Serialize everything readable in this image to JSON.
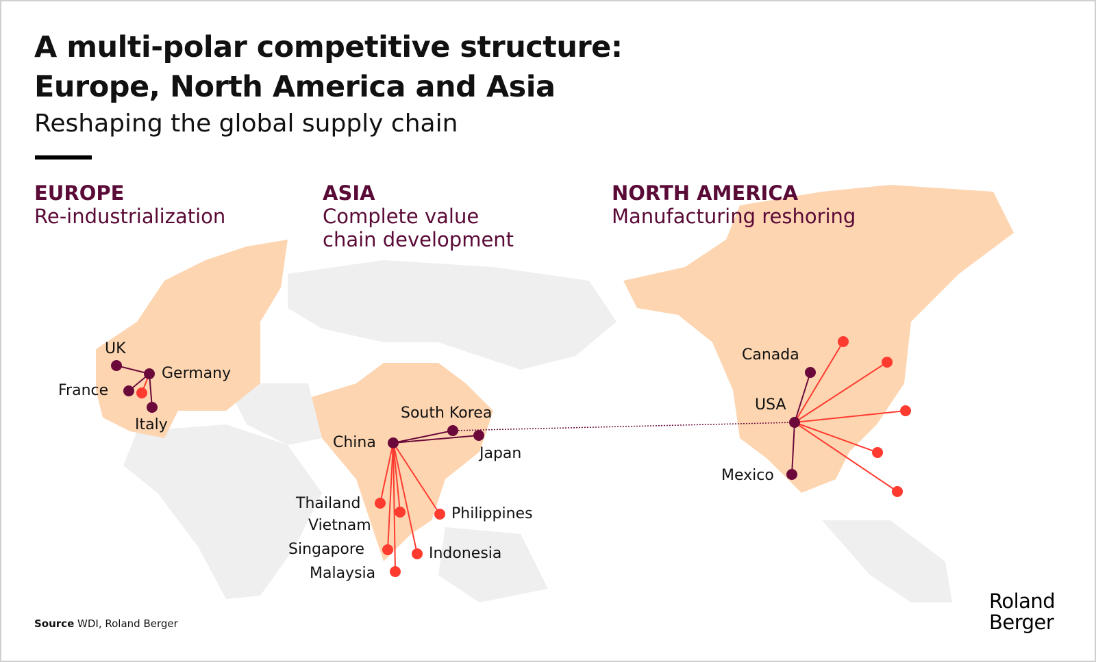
{
  "title_line1": "A multi-polar competitive structure:",
  "title_line2": "Europe, North America and Asia",
  "subtitle": "Reshaping the global supply chain",
  "regions": [
    {
      "heading": "EUROPE",
      "lines": [
        "Re-industrialization"
      ]
    },
    {
      "heading": "ASIA",
      "lines": [
        "Complete value",
        "chain development"
      ]
    },
    {
      "heading": "NORTH AMERICA",
      "lines": [
        "Manufacturing reshoring"
      ]
    }
  ],
  "countries": {
    "uk": "UK",
    "germany": "Germany",
    "france": "France",
    "italy": "Italy",
    "china": "China",
    "south_korea": "South Korea",
    "japan": "Japan",
    "thailand": "Thailand",
    "vietnam": "Vietnam",
    "philippines": "Philippines",
    "singapore": "Singapore",
    "indonesia": "Indonesia",
    "malaysia": "Malaysia",
    "canada": "Canada",
    "usa": "USA",
    "mexico": "Mexico"
  },
  "source": {
    "label": "Source",
    "text": "WDI, Roland Berger"
  },
  "logo": {
    "line1": "Roland",
    "line2": "Berger"
  },
  "colors": {
    "hub": "#6b0a3a",
    "spoke": "#ff3b30",
    "land_focus": "#fdd5b1",
    "land_other": "#efefef",
    "heading": "#5a0a36"
  }
}
